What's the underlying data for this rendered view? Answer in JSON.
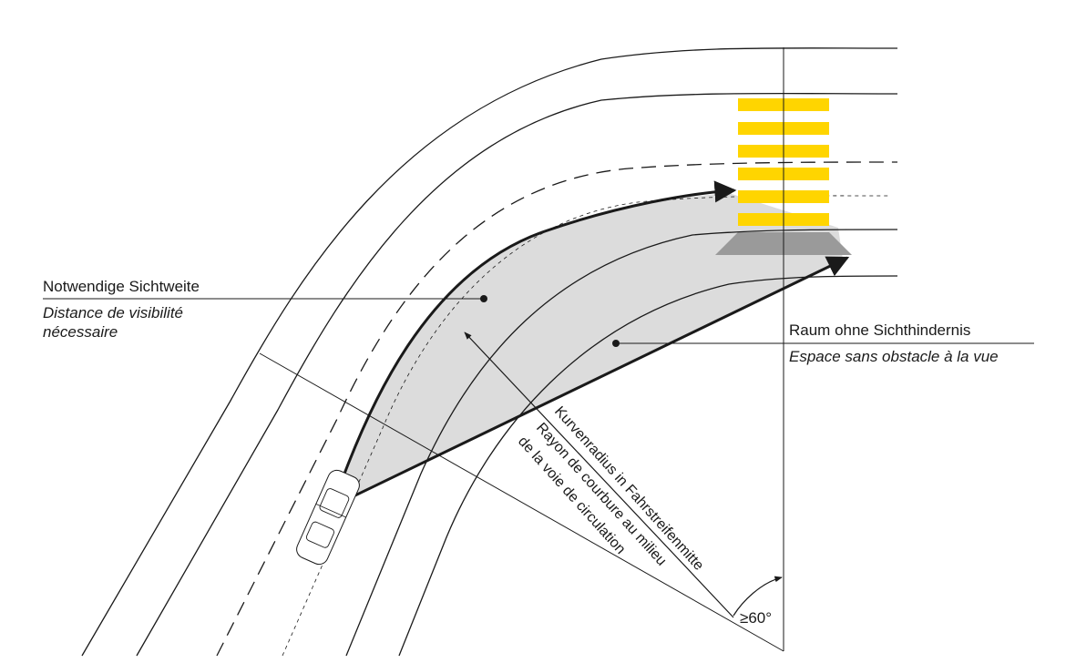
{
  "labels": {
    "sight_distance_de": "Notwendige Sichtweite",
    "sight_distance_fr_line1": "Distance de visibilité",
    "sight_distance_fr_line2": "nécessaire",
    "clear_zone_de": "Raum ohne Sichthindernis",
    "clear_zone_fr": "Espace sans obstacle à la vue",
    "radius_de": "Kurvenradius in Fahrstreifenmitte",
    "radius_fr_line1": "Rayon de courbure au milieu",
    "radius_fr_line2": "de la voie de circulation",
    "angle": "≥60°"
  },
  "colors": {
    "crosswalk": "#ffd500",
    "clear_zone_fill": "#dcdcdc",
    "island": "#9a9a9a",
    "line": "#1a1a1a"
  }
}
